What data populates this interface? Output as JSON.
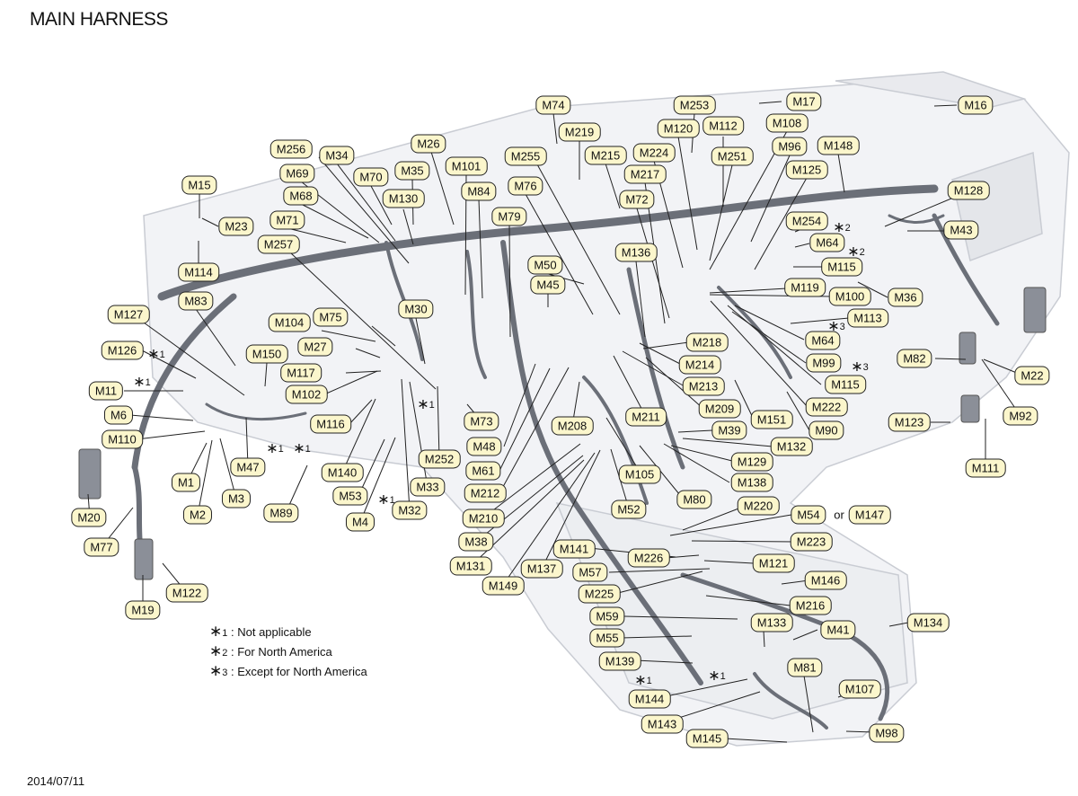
{
  "title": "MAIN HARNESS",
  "date": "2014/07/11",
  "labels": [
    "M74",
    "M253",
    "M17",
    "M16",
    "M219",
    "M120",
    "M112",
    "M108",
    "M256",
    "M34",
    "M26",
    "M255",
    "M215",
    "M224",
    "M251",
    "M96",
    "M148",
    "M15",
    "M69",
    "M70",
    "M35",
    "M101",
    "M217",
    "M125",
    "M128",
    "M84",
    "M76",
    "M72",
    "M130",
    "M68",
    "M79",
    "M23",
    "M71",
    "M254",
    "M43",
    "M64",
    "M257",
    "M136",
    "M115",
    "M50",
    "M114",
    "M45",
    "M119",
    "M100",
    "M36",
    "M83",
    "M30",
    "M127",
    "M104",
    "M75",
    "M113",
    "M64",
    "M27",
    "M218",
    "M150",
    "M126",
    "M117",
    "M214",
    "M99",
    "M82",
    "M22",
    "M102",
    "M213",
    "M115",
    "M11",
    "M6",
    "M209",
    "M211",
    "M151",
    "M222",
    "M92",
    "M123",
    "M116",
    "M73",
    "M208",
    "M39",
    "M90",
    "M110",
    "M48",
    "M132",
    "M47",
    "M140",
    "M252",
    "M129",
    "M61",
    "M105",
    "M111",
    "M1",
    "M33",
    "M138",
    "M212",
    "M3",
    "M53",
    "M52",
    "M80",
    "M2",
    "M89",
    "M32",
    "M220",
    "M20",
    "M4",
    "M210",
    "M54",
    "M147",
    "M38",
    "M223",
    "M77",
    "M141",
    "M226",
    "M131",
    "M137",
    "M121",
    "M57",
    "M149",
    "M146",
    "M122",
    "M225",
    "M216",
    "M19",
    "M59",
    "M133",
    "M134",
    "M55",
    "M41",
    "M139",
    "M81",
    "M107",
    "M144",
    "M143",
    "M145",
    "M98"
  ],
  "or_text": "or",
  "star_marks": [
    "1",
    "1",
    "1",
    "1",
    "1",
    "1",
    "1",
    "1",
    "2",
    "2",
    "3",
    "3"
  ],
  "legend": [
    {
      "num": "1",
      "text": ": Not applicable"
    },
    {
      "num": "2",
      "text": ": For North America"
    },
    {
      "num": "3",
      "text": ": Except for North America"
    }
  ]
}
